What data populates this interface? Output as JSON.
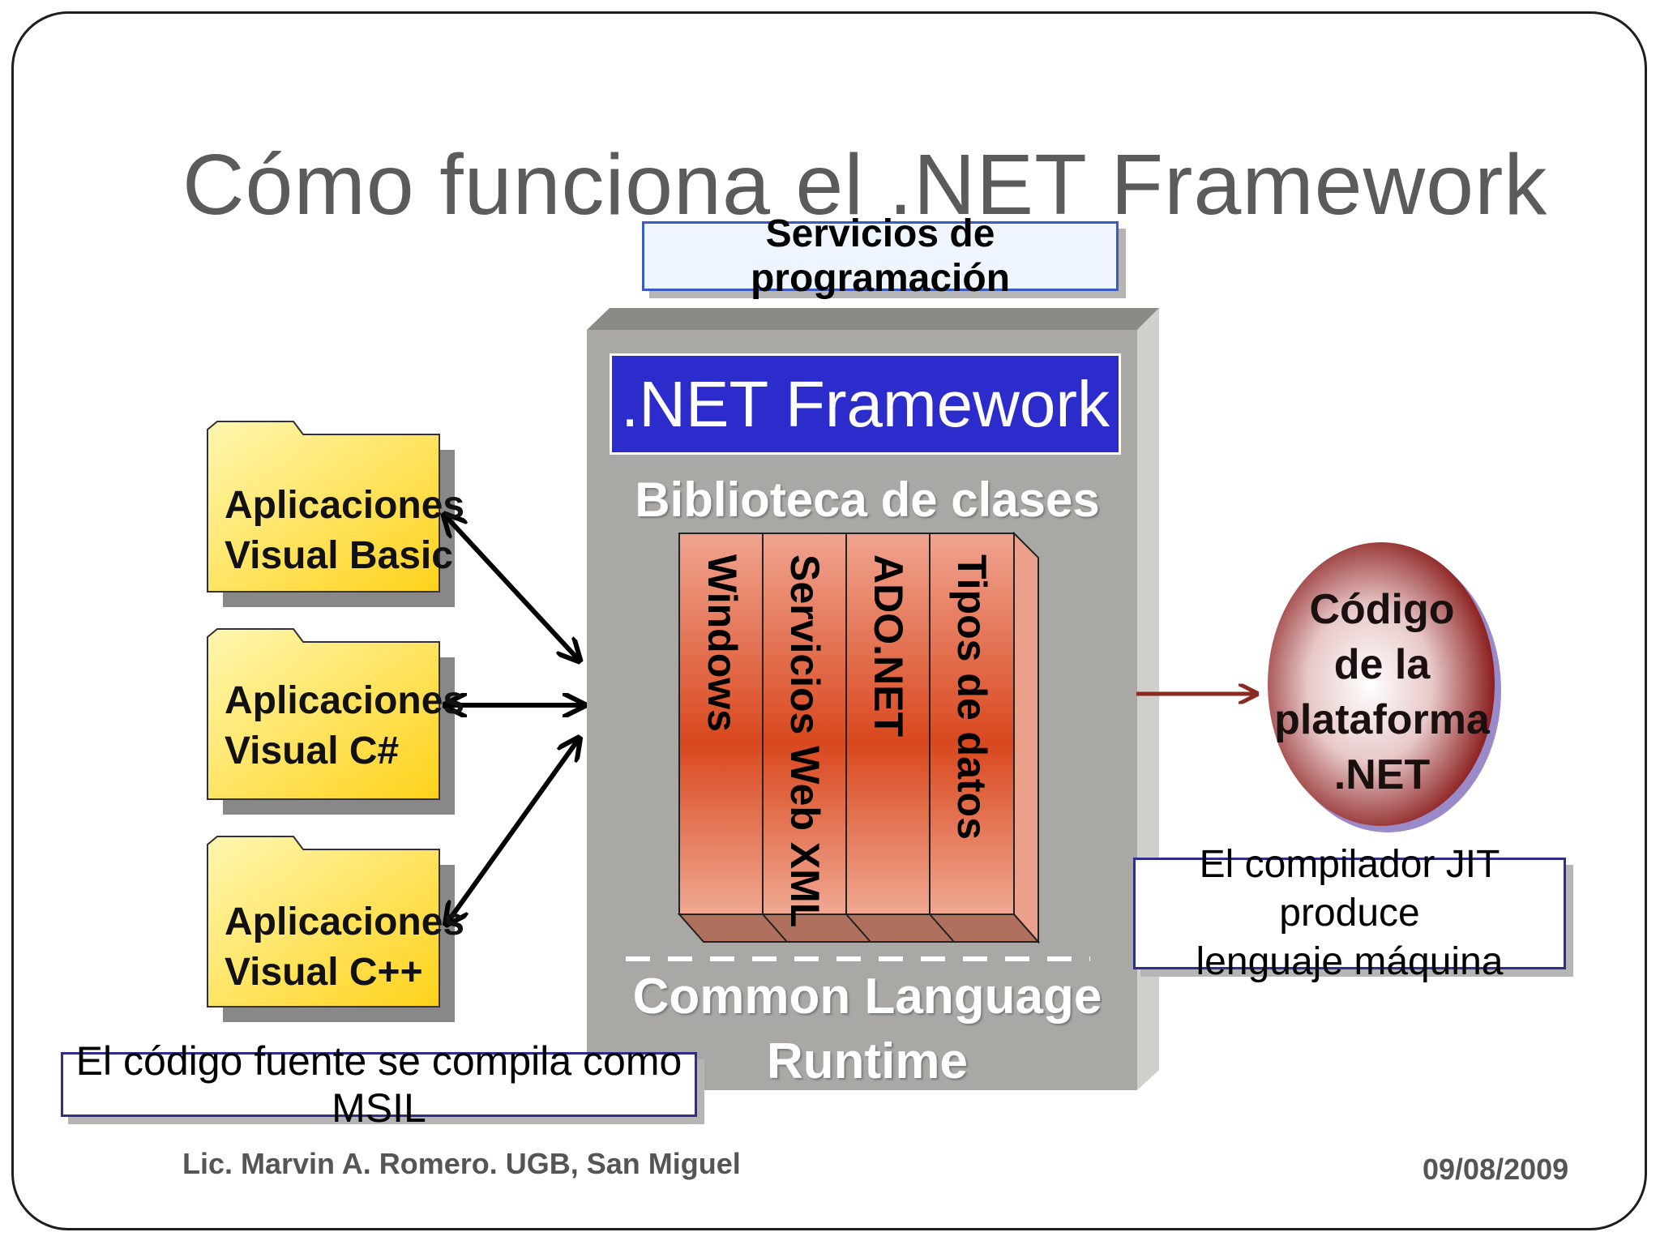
{
  "title": "Cómo funciona el .NET Framework",
  "services_label": "Servicios de programación",
  "framework": {
    "header": ".NET Framework",
    "class_library": "Biblioteca de clases",
    "columns": [
      "Windows",
      "Servicios Web XML",
      "ADO.NET",
      "Tipos de datos"
    ],
    "clr_line1": "Common Language",
    "clr_line2": "Runtime"
  },
  "applications": [
    {
      "line1": "Aplicaciones",
      "line2": "Visual Basic"
    },
    {
      "line1": "Aplicaciones",
      "line2": "Visual C#"
    },
    {
      "line1": "Aplicaciones",
      "line2": "Visual C++"
    }
  ],
  "native_code": {
    "line1": "Código",
    "line2": "de la",
    "line3": "plataforma",
    "line4": ".NET"
  },
  "jit_note": {
    "line1": "El compilador JIT produce",
    "line2": "lenguaje máquina"
  },
  "msil_note": "El código fuente se compila como MSIL",
  "footer": {
    "author": "Lic. Marvin A. Romero. UGB, San Miguel",
    "date": "09/08/2009"
  },
  "colors": {
    "framework_bar": "#2c2ccc",
    "folder": "#ffe34a",
    "column": "#e2543a",
    "native_circle": "#8b1e1e",
    "arrow": "#8b2a1e"
  }
}
